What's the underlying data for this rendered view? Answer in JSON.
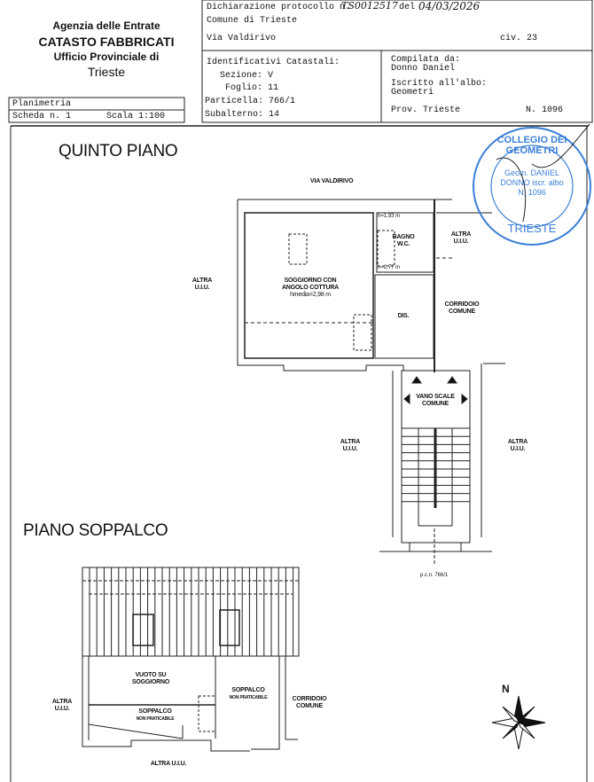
{
  "office": {
    "agency": "Agenzia delle Entrate",
    "registry": "CATASTO FABBRICATI",
    "office_label": "Ufficio Provinciale di",
    "city": "Trieste"
  },
  "sheet": {
    "type": "Planimetria",
    "sheet_no": "Scheda n. 1",
    "scale": "Scala 1:100"
  },
  "declaration": {
    "protocol_label": "Dichiarazione protocollo n.",
    "protocol_no": "TS0012517",
    "date_label": "del",
    "date": "04/03/2026",
    "municipality": "Comune di Trieste",
    "street": "Via Valdirivo",
    "civic": "civ. 23"
  },
  "identifiers": {
    "heading": "Identificativi Catastali:",
    "sezione": "Sezione: V",
    "foglio": "Foglio: 11",
    "particella": "Particella: 766/1",
    "subalterno": "Subalterno: 14"
  },
  "compiler": {
    "label": "Compilata da:",
    "name": "Donno Daniel",
    "register_label": "Iscritto all'albo:",
    "register": "Geometri",
    "province": "Prov. Trieste",
    "number": "N. 1096"
  },
  "stamp": {
    "ring_top": "COLLEGIO DEI GEOMETRI",
    "ring_bottom": "TRIESTE",
    "center": "Geom. DANIEL DONNO iscr. albo N. 1096",
    "color": "#3a7fd6"
  },
  "plan_fifth": {
    "title": "QUINTO PIANO",
    "street": "VIA VALDIRIVO",
    "living": "SOGGIORNO CON",
    "living2": "ANGOLO COTTURA",
    "living_h": "hmedia=2,98 m",
    "bath": "BAGNO",
    "bath2": "W.C.",
    "bath_h1": "h=1,93 m",
    "bath_h2": "h=2,77 m",
    "hall": "DIS.",
    "corridor": "CORRIDOIO",
    "corridor2": "COMUNE",
    "stairs": "VANO SCALE",
    "stairs2": "COMUNE",
    "other_unit": "ALTRA",
    "other_unit2": "U.I.U.",
    "parcel": "p.c.n. 766/1"
  },
  "plan_mezzanine": {
    "title": "PIANO SOPPALCO",
    "void": "VUOTO SU",
    "void2": "SOGGIORNO",
    "loft": "SOPPALCO",
    "loft2": "NON PRATICABILE",
    "corridor": "CORRIDOIO",
    "corridor2": "COMUNE",
    "other_unit": "ALTRA",
    "other_unit2": "U.I.U.",
    "other_unit_bottom": "ALTRA U.I.U."
  },
  "compass": {
    "north": "N"
  }
}
